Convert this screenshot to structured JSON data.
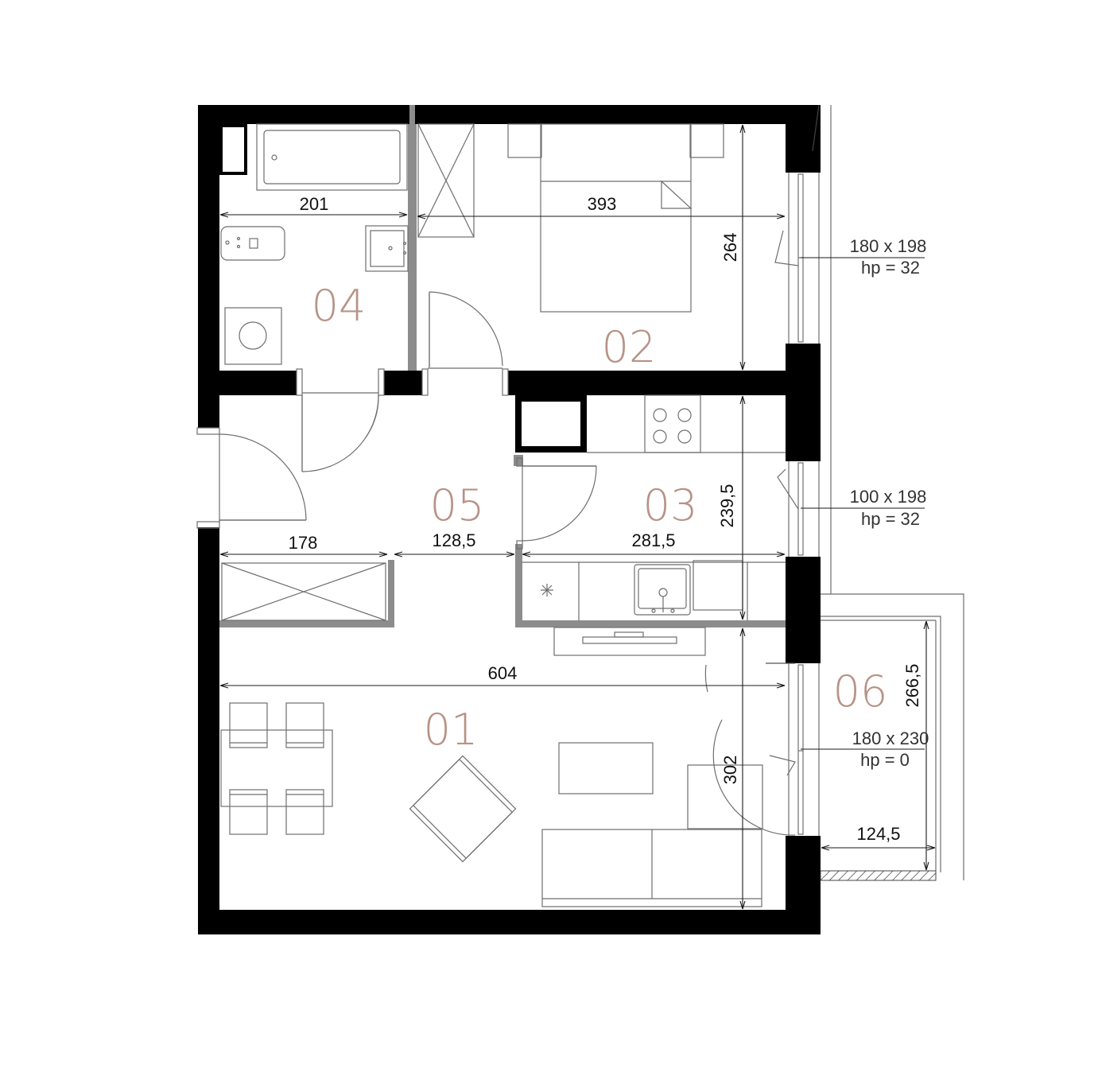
{
  "rooms": {
    "r01": "01",
    "r02": "02",
    "r03": "03",
    "r04": "04",
    "r05": "05",
    "r06": "06"
  },
  "dimensions": {
    "d201": "201",
    "d393": "393",
    "d264": "264",
    "d178": "178",
    "d128_5": "128,5",
    "d281_5": "281,5",
    "d239_5": "239,5",
    "d604": "604",
    "d302": "302",
    "d266_5": "266,5",
    "d124_5": "124,5"
  },
  "windows": {
    "w1": {
      "size": "180 x 198",
      "hp": "hp = 32"
    },
    "w2": {
      "size": "100 x 198",
      "hp": "hp = 32"
    },
    "w3": {
      "size": "180 x 230",
      "hp": "hp = 0"
    }
  },
  "colors": {
    "wall": "#000000",
    "partition": "#8c8c8c",
    "room_label": "#b89286"
  }
}
